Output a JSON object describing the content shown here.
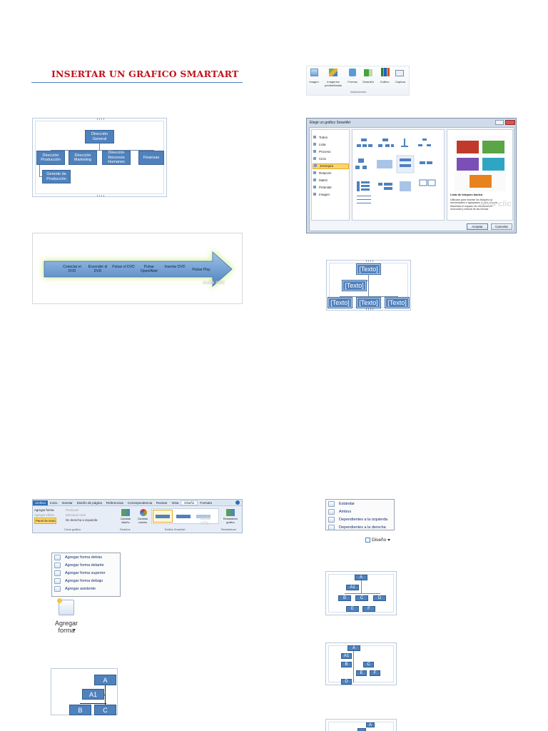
{
  "document": {
    "title": "INSERTAR UN GRAFICO SMARTART",
    "watermark": "aula clic"
  },
  "org_chart_1": {
    "top": "Dirección General",
    "children": [
      "Dirección Producción",
      "Dirección Marketing",
      "Dirección Recursos Humanos",
      "Finanzas"
    ],
    "sub": "Gerente de Producción"
  },
  "process_arrow": {
    "steps": [
      "Conectar el DVD",
      "Encender el DVD",
      "Pulsar el DVD",
      "Pulsar Open/Abrir",
      "Insertar DVD",
      "Pulsar Play"
    ]
  },
  "illustrations_ribbon": {
    "items": [
      "Imagen",
      "Imágenes prediseñadas",
      "Formas",
      "SmartArt",
      "Gráfico",
      "Captura"
    ],
    "group_label": "Ilustraciones"
  },
  "smartart_dialog": {
    "title": "Elegir un gráfico SmartArt",
    "categories": [
      "Todos",
      "Lista",
      "Proceso",
      "Ciclo",
      "Jerarquía",
      "Relación",
      "Matriz",
      "Pirámide",
      "Imagen"
    ],
    "selected_category": "Jerarquía",
    "preview_name": "Lista de bloques básica",
    "preview_desc": "Utilizado para mostrar los bloques no secuenciales o agrupados de información. Maximiza el espacio de visualización horizontal y vertical de las formas.",
    "ok_label": "Aceptar",
    "cancel_label": "Cancelar",
    "preview_colors": [
      "#c0392b",
      "#5aa545",
      "#7b4fb5",
      "#2fa5c4",
      "#e8821e"
    ]
  },
  "texto_chart": {
    "label": "[Texto]"
  },
  "design_ribbon": {
    "tabs": [
      "Archivo",
      "Inicio",
      "Insertar",
      "Diseño de página",
      "Referencias",
      "Correspondencia",
      "Revisar",
      "Vista",
      "Diseño",
      "Formato"
    ],
    "active_tab": "Diseño",
    "create_items": [
      "Agregar forma",
      "Agregar viñeta",
      "Panel de texto"
    ],
    "promote_items": [
      "Promover",
      "Disminuir nivel",
      "De derecha a izquierda"
    ],
    "group_labels": [
      "Crear gráfico",
      "Diseños",
      "Estilos SmartArt",
      "Restablecer"
    ],
    "change_layout": "Cambiar diseño",
    "change_colors": "Cambiar colores",
    "reset_graphic": "Restablecer gráfico"
  },
  "add_shape_menu": {
    "items": [
      "Agregar forma detrás",
      "Agregar forma delante",
      "Agregar forma superior",
      "Agregar forma debajo",
      "Agregar asistente"
    ],
    "button_label": "Agregar forma"
  },
  "layout_menu": {
    "items": [
      "Estándar",
      "Ambos",
      "Dependientes a la izquierda",
      "Dependientes a la derecha"
    ],
    "button_label": "Diseño"
  },
  "abc_chart": {
    "labels": [
      "A",
      "A1",
      "B",
      "C",
      "D",
      "E",
      "F"
    ]
  }
}
